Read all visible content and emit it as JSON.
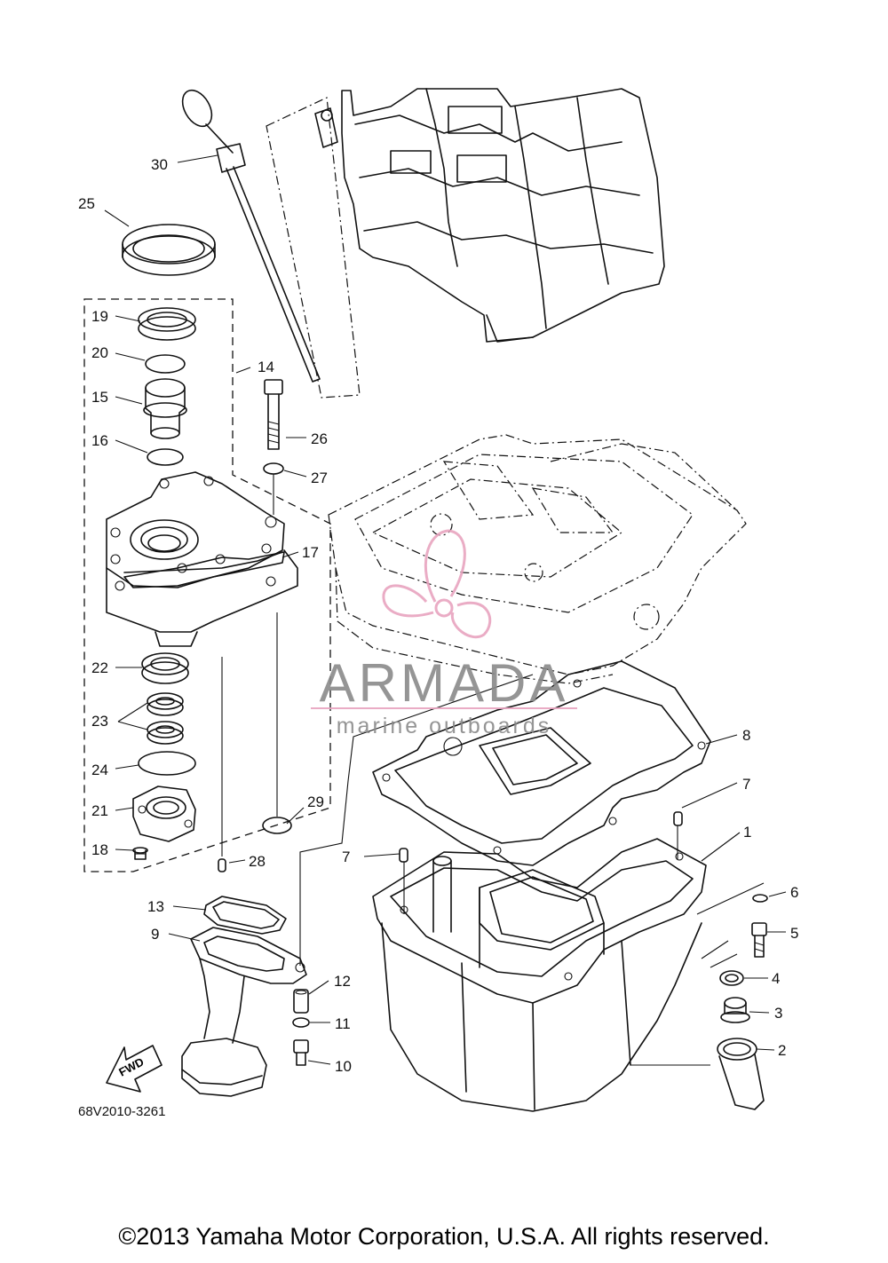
{
  "diagram": {
    "code": "68V2010-3261",
    "fwd_label": "FWD",
    "callouts": [
      {
        "id": "c30",
        "label": "30"
      },
      {
        "id": "c25",
        "label": "25"
      },
      {
        "id": "c19",
        "label": "19"
      },
      {
        "id": "c20",
        "label": "20"
      },
      {
        "id": "c14",
        "label": "14"
      },
      {
        "id": "c15",
        "label": "15"
      },
      {
        "id": "c16",
        "label": "16"
      },
      {
        "id": "c26",
        "label": "26"
      },
      {
        "id": "c27",
        "label": "27"
      },
      {
        "id": "c17",
        "label": "17"
      },
      {
        "id": "c22",
        "label": "22"
      },
      {
        "id": "c23",
        "label": "23"
      },
      {
        "id": "c24",
        "label": "24"
      },
      {
        "id": "c21",
        "label": "21"
      },
      {
        "id": "c29",
        "label": "29"
      },
      {
        "id": "c18",
        "label": "18"
      },
      {
        "id": "c28",
        "label": "28"
      },
      {
        "id": "c8",
        "label": "8"
      },
      {
        "id": "c7a",
        "label": "7"
      },
      {
        "id": "c7b",
        "label": "7"
      },
      {
        "id": "c1",
        "label": "1"
      },
      {
        "id": "c6",
        "label": "6"
      },
      {
        "id": "c5",
        "label": "5"
      },
      {
        "id": "c4",
        "label": "4"
      },
      {
        "id": "c3",
        "label": "3"
      },
      {
        "id": "c2",
        "label": "2"
      },
      {
        "id": "c13",
        "label": "13"
      },
      {
        "id": "c9",
        "label": "9"
      },
      {
        "id": "c12",
        "label": "12"
      },
      {
        "id": "c11",
        "label": "11"
      },
      {
        "id": "c10",
        "label": "10"
      }
    ]
  },
  "watermark": {
    "brand": "ARMADA",
    "tagline": "marine outboards",
    "color": "#e8a4bf",
    "text_color": "#8a8a8a"
  },
  "footer": {
    "copyright": "©2013 Yamaha Motor Corporation, U.S.A. All rights reserved."
  }
}
